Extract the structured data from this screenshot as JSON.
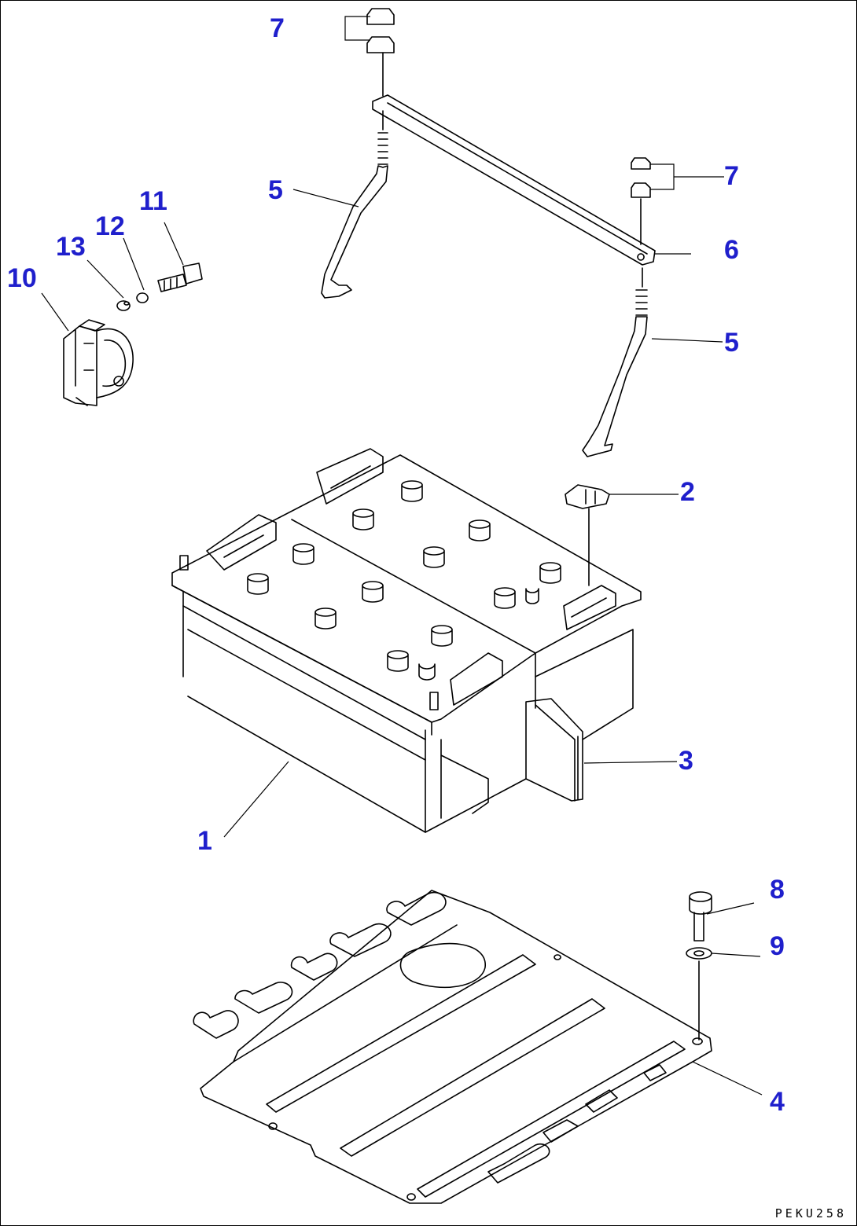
{
  "diagram": {
    "reference_code": "PEKU258",
    "callouts": [
      {
        "id": "c7a",
        "label": "7"
      },
      {
        "id": "c7b",
        "label": "7"
      },
      {
        "id": "c5a",
        "label": "5"
      },
      {
        "id": "c5b",
        "label": "5"
      },
      {
        "id": "c6",
        "label": "6"
      },
      {
        "id": "c11",
        "label": "11"
      },
      {
        "id": "c12",
        "label": "12"
      },
      {
        "id": "c13",
        "label": "13"
      },
      {
        "id": "c10",
        "label": "10"
      },
      {
        "id": "c2",
        "label": "2"
      },
      {
        "id": "c3",
        "label": "3"
      },
      {
        "id": "c1",
        "label": "1"
      },
      {
        "id": "c8",
        "label": "8"
      },
      {
        "id": "c9",
        "label": "9"
      },
      {
        "id": "c4",
        "label": "4"
      }
    ],
    "colors": {
      "callout": "#1f1fcc",
      "line": "#000000",
      "background": "#ffffff"
    }
  }
}
